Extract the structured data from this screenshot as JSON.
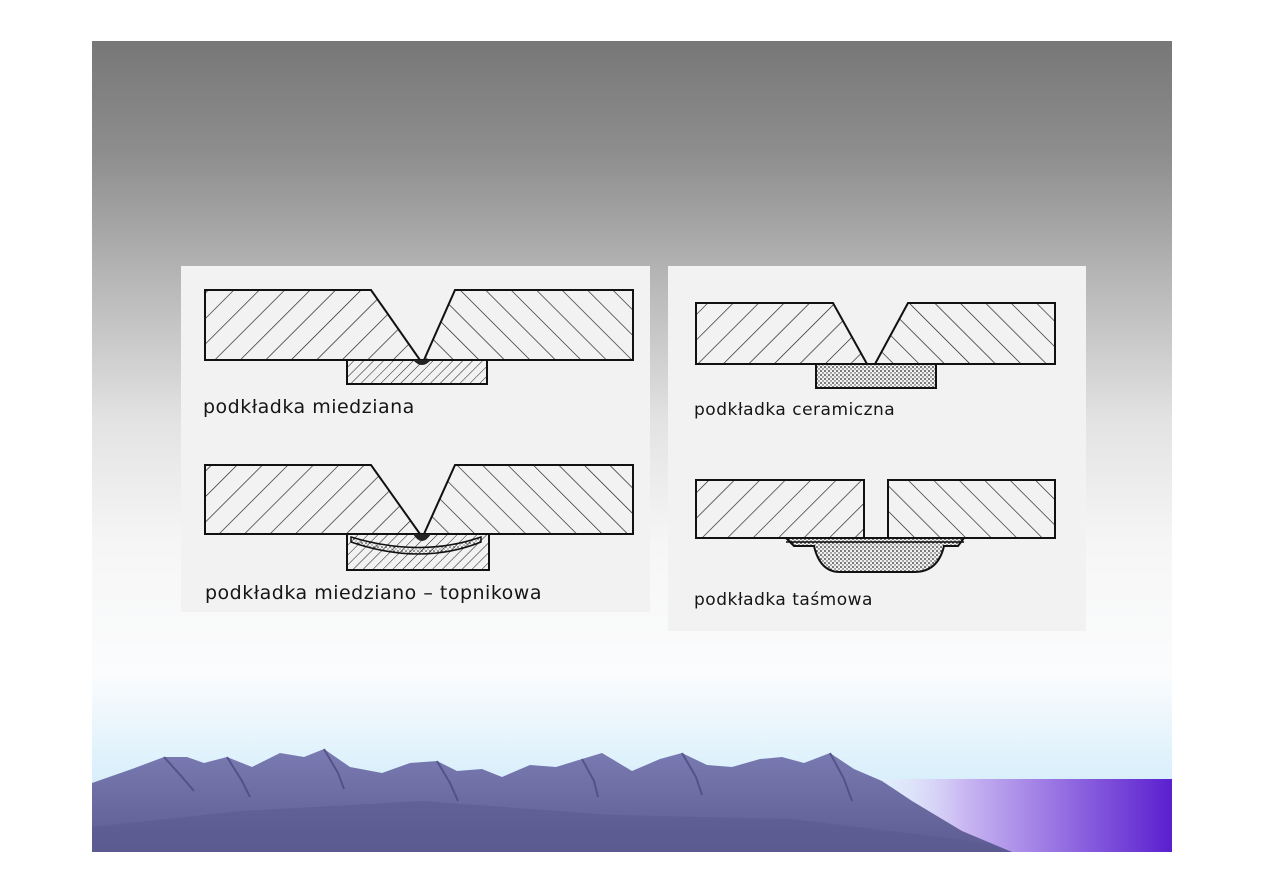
{
  "figure": {
    "panels": [
      {
        "label": "podkładka miedziana"
      },
      {
        "label": "podkładka miedziano – topnikowa"
      },
      {
        "label": "podkładka ceramiczna"
      },
      {
        "label": "podkładka taśmowa"
      }
    ]
  },
  "colors": {
    "gradient_top": "#777777",
    "gradient_bottom": "#c9e8f8",
    "mountain_fill": "#6a6aa0",
    "accent_band": "#5a1fcf"
  }
}
